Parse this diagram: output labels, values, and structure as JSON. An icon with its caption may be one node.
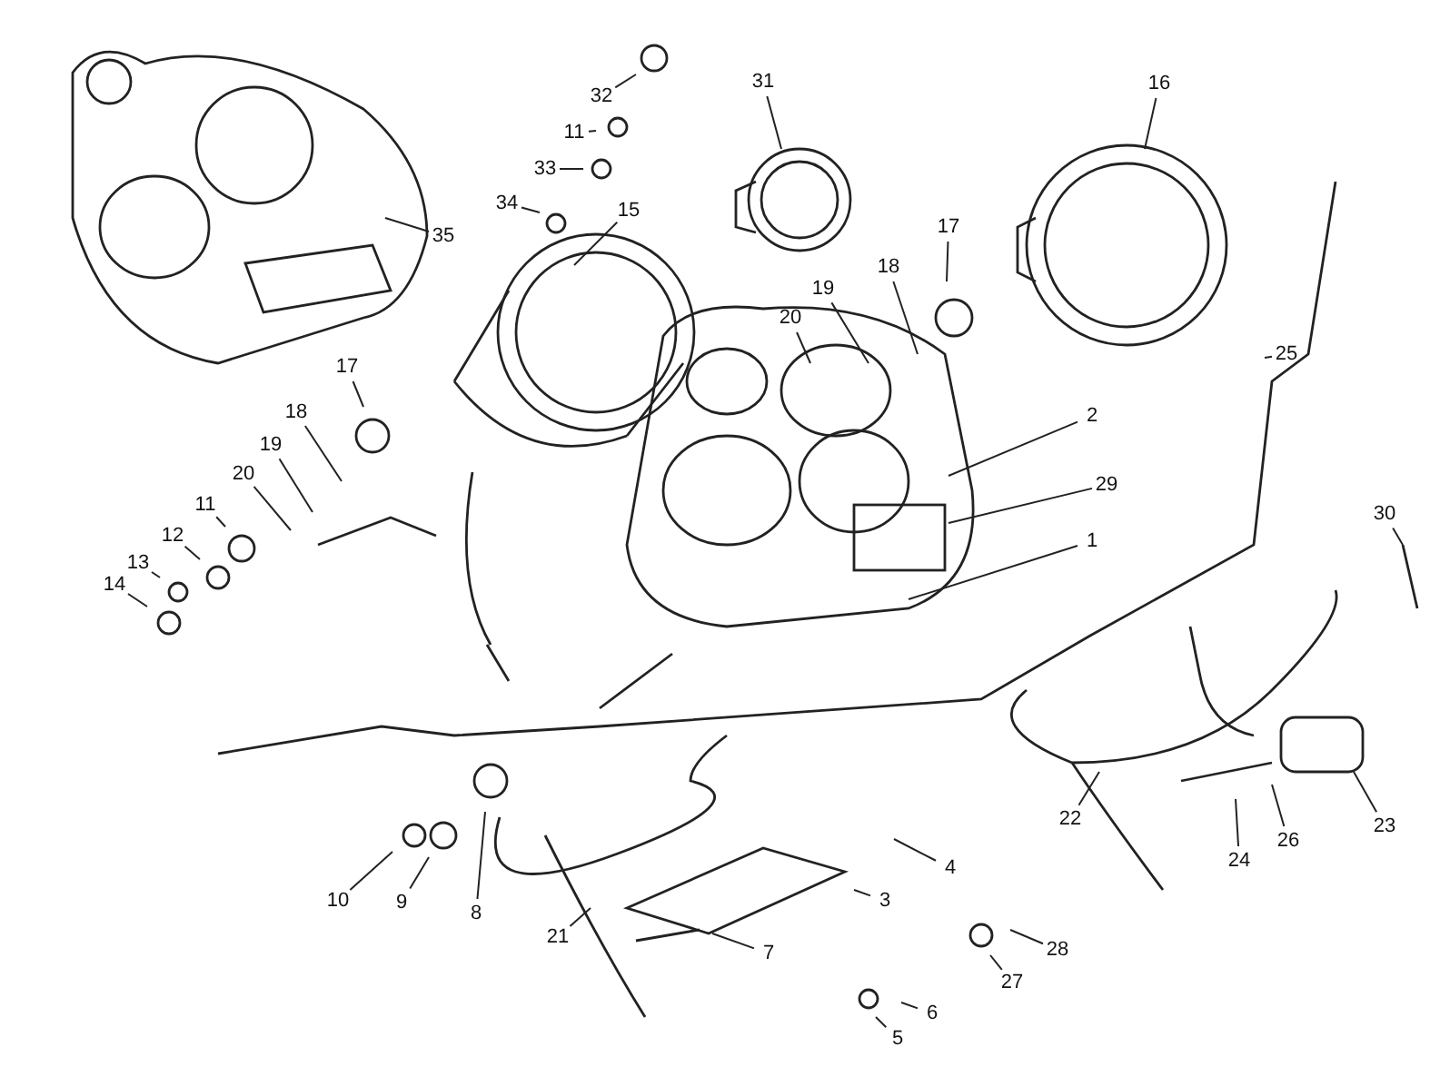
{
  "diagram": {
    "nodes": [
      {
        "text": [
          "32"
        ]
      },
      {
        "text": [
          "11"
        ]
      },
      {
        "text": [
          "33"
        ]
      },
      {
        "text": [
          "34"
        ]
      },
      {
        "text": [
          "35"
        ]
      },
      {
        "text": [
          "15"
        ]
      },
      {
        "text": [
          "31"
        ]
      },
      {
        "text": [
          "16"
        ]
      },
      {
        "text": [
          "17"
        ]
      },
      {
        "text": [
          "19"
        ]
      },
      {
        "text": [
          "18"
        ]
      },
      {
        "text": [
          "20"
        ]
      },
      {
        "text": [
          "25"
        ]
      },
      {
        "text": [
          "2"
        ]
      },
      {
        "text": [
          "29"
        ]
      },
      {
        "text": [
          "1"
        ]
      },
      {
        "text": [
          "17"
        ]
      },
      {
        "text": [
          "18"
        ]
      },
      {
        "text": [
          "19"
        ]
      },
      {
        "text": [
          "20"
        ]
      },
      {
        "text": [
          "11"
        ]
      },
      {
        "text": [
          "12"
        ]
      },
      {
        "text": [
          "13"
        ]
      },
      {
        "text": [
          "14"
        ]
      },
      {
        "text": [
          "30"
        ]
      },
      {
        "text": [
          "10"
        ]
      },
      {
        "text": [
          "9"
        ]
      },
      {
        "text": [
          "8"
        ]
      },
      {
        "text": [
          "22"
        ]
      },
      {
        "text": [
          "24"
        ]
      },
      {
        "text": [
          "26"
        ]
      },
      {
        "text": [
          "23"
        ]
      },
      {
        "text": [
          "4"
        ]
      },
      {
        "text": [
          "3"
        ]
      },
      {
        "text": [
          "21"
        ]
      },
      {
        "text": [
          "7"
        ]
      },
      {
        "text": [
          "28"
        ]
      },
      {
        "text": [
          "27"
        ]
      },
      {
        "text": [
          "6"
        ]
      },
      {
        "text": [
          "5"
        ]
      }
    ],
    "edges": [
      {
        "from": 0,
        "to": null,
        "arrow": "none"
      },
      {
        "from": 1,
        "to": null,
        "arrow": "none"
      },
      {
        "from": 2,
        "to": null,
        "arrow": "none"
      },
      {
        "from": 3,
        "to": null,
        "arrow": "none"
      },
      {
        "from": 4,
        "to": null,
        "arrow": "none"
      },
      {
        "from": 5,
        "to": null,
        "arrow": "none"
      },
      {
        "from": 6,
        "to": null,
        "arrow": "none"
      },
      {
        "from": 7,
        "to": null,
        "arrow": "none"
      },
      {
        "from": 8,
        "to": null,
        "arrow": "none"
      },
      {
        "from": 9,
        "to": null,
        "arrow": "none"
      },
      {
        "from": 10,
        "to": null,
        "arrow": "none"
      },
      {
        "from": 11,
        "to": null,
        "arrow": "none"
      },
      {
        "from": 12,
        "to": null,
        "arrow": "none"
      },
      {
        "from": 13,
        "to": null,
        "arrow": "none"
      },
      {
        "from": 14,
        "to": null,
        "arrow": "none"
      },
      {
        "from": 15,
        "to": null,
        "arrow": "none"
      },
      {
        "from": 16,
        "to": null,
        "arrow": "none"
      },
      {
        "from": 17,
        "to": null,
        "arrow": "none"
      },
      {
        "from": 18,
        "to": null,
        "arrow": "none"
      },
      {
        "from": 19,
        "to": null,
        "arrow": "none"
      },
      {
        "from": 20,
        "to": null,
        "arrow": "none"
      },
      {
        "from": 21,
        "to": null,
        "arrow": "none"
      },
      {
        "from": 22,
        "to": null,
        "arrow": "none"
      },
      {
        "from": 23,
        "to": null,
        "arrow": "none"
      },
      {
        "from": 24,
        "to": null,
        "arrow": "none"
      },
      {
        "from": 25,
        "to": null,
        "arrow": "none"
      },
      {
        "from": 26,
        "to": null,
        "arrow": "none"
      },
      {
        "from": 27,
        "to": null,
        "arrow": "none"
      },
      {
        "from": 28,
        "to": null,
        "arrow": "none"
      },
      {
        "from": 29,
        "to": null,
        "arrow": "none"
      },
      {
        "from": 30,
        "to": null,
        "arrow": "none"
      },
      {
        "from": 31,
        "to": null,
        "arrow": "none"
      },
      {
        "from": 32,
        "to": null,
        "arrow": "none"
      },
      {
        "from": 33,
        "to": null,
        "arrow": "none"
      },
      {
        "from": 34,
        "to": null,
        "arrow": "none"
      },
      {
        "from": 35,
        "to": null,
        "arrow": "none"
      },
      {
        "from": 36,
        "to": null,
        "arrow": "none"
      },
      {
        "from": 37,
        "to": null,
        "arrow": "none"
      },
      {
        "from": 38,
        "to": null,
        "arrow": "none"
      },
      {
        "from": 39,
        "to": null,
        "arrow": "none"
      }
    ]
  }
}
